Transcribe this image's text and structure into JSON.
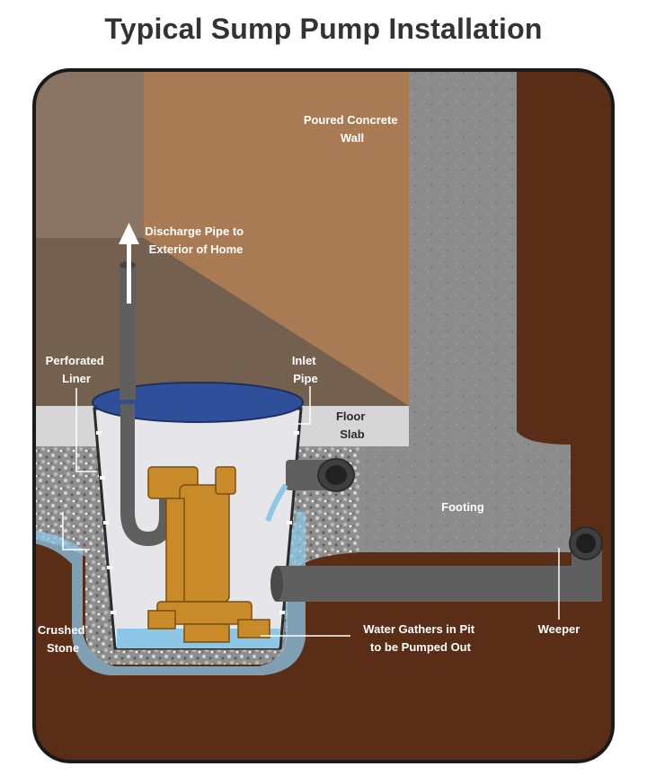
{
  "title": "Typical Sump Pump Installation",
  "labels": {
    "poured_wall": [
      "Poured Concrete",
      "Wall"
    ],
    "discharge": [
      "Discharge Pipe to",
      "Exterior of Home"
    ],
    "perforated_liner": [
      "Perforated",
      "Liner"
    ],
    "inlet_pipe": [
      "Inlet",
      "Pipe"
    ],
    "floor_slab": [
      "Floor",
      "Slab"
    ],
    "footing": "Footing",
    "crushed_stone": [
      "Crushed",
      "Stone"
    ],
    "water_gathers": [
      "Water Gathers in Pit",
      "to be Pumped Out"
    ],
    "weeper": "Weeper"
  },
  "colors": {
    "soil": "#5a2d16",
    "concrete": "#8a8a8a",
    "wall_panel": "#a97b54",
    "left_wall": "#8a6f5d",
    "floor_slab": "#d6d6d6",
    "liner_lid": "#2f4f9a",
    "pump": "#c98a2a",
    "pipe": "#5f5f5f",
    "water": "#8cc7e8"
  }
}
